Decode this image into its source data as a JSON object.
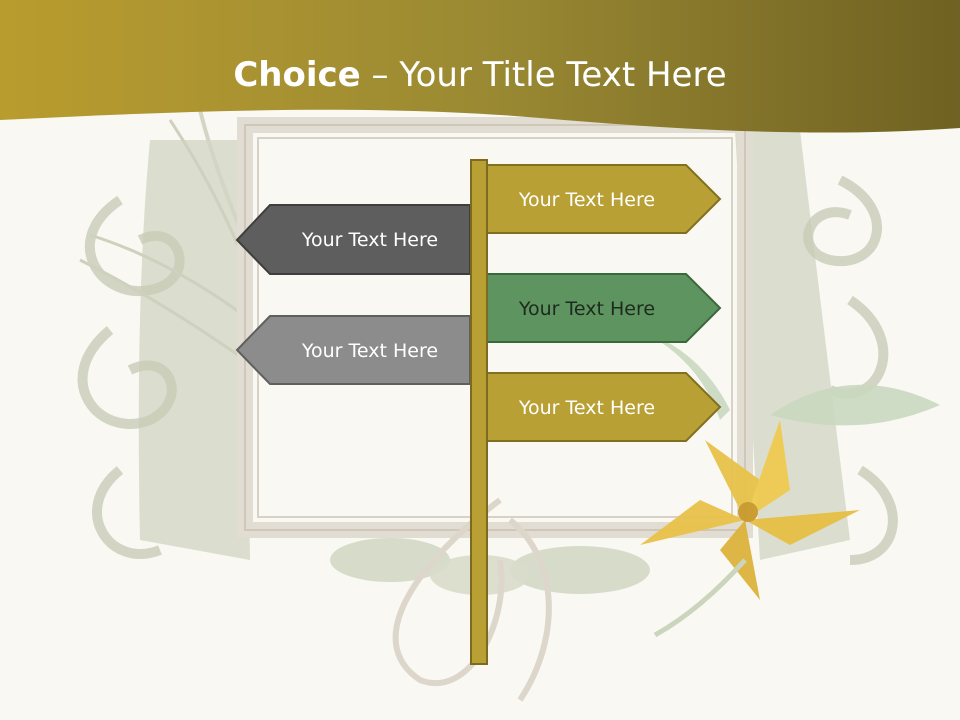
{
  "slide": {
    "title_bold": "Choice",
    "title_separator": " – ",
    "title_rest": "Your Title Text Here"
  },
  "signs": {
    "left_top": {
      "label": "Your Text Here",
      "color": "#5e5e5e"
    },
    "left_bottom": {
      "label": "Your Text Here",
      "color": "#8c8c8c"
    },
    "right_top": {
      "label": "Your Text Here",
      "color": "#b8a035"
    },
    "right_middle": {
      "label": "Your Text Here",
      "color": "#5e9460"
    },
    "right_bottom": {
      "label": "Your Text Here",
      "color": "#b8a035"
    }
  },
  "colors": {
    "header_gold": "#9e8a2c",
    "pole": "#b8a035",
    "background": "#f9f8f2"
  }
}
